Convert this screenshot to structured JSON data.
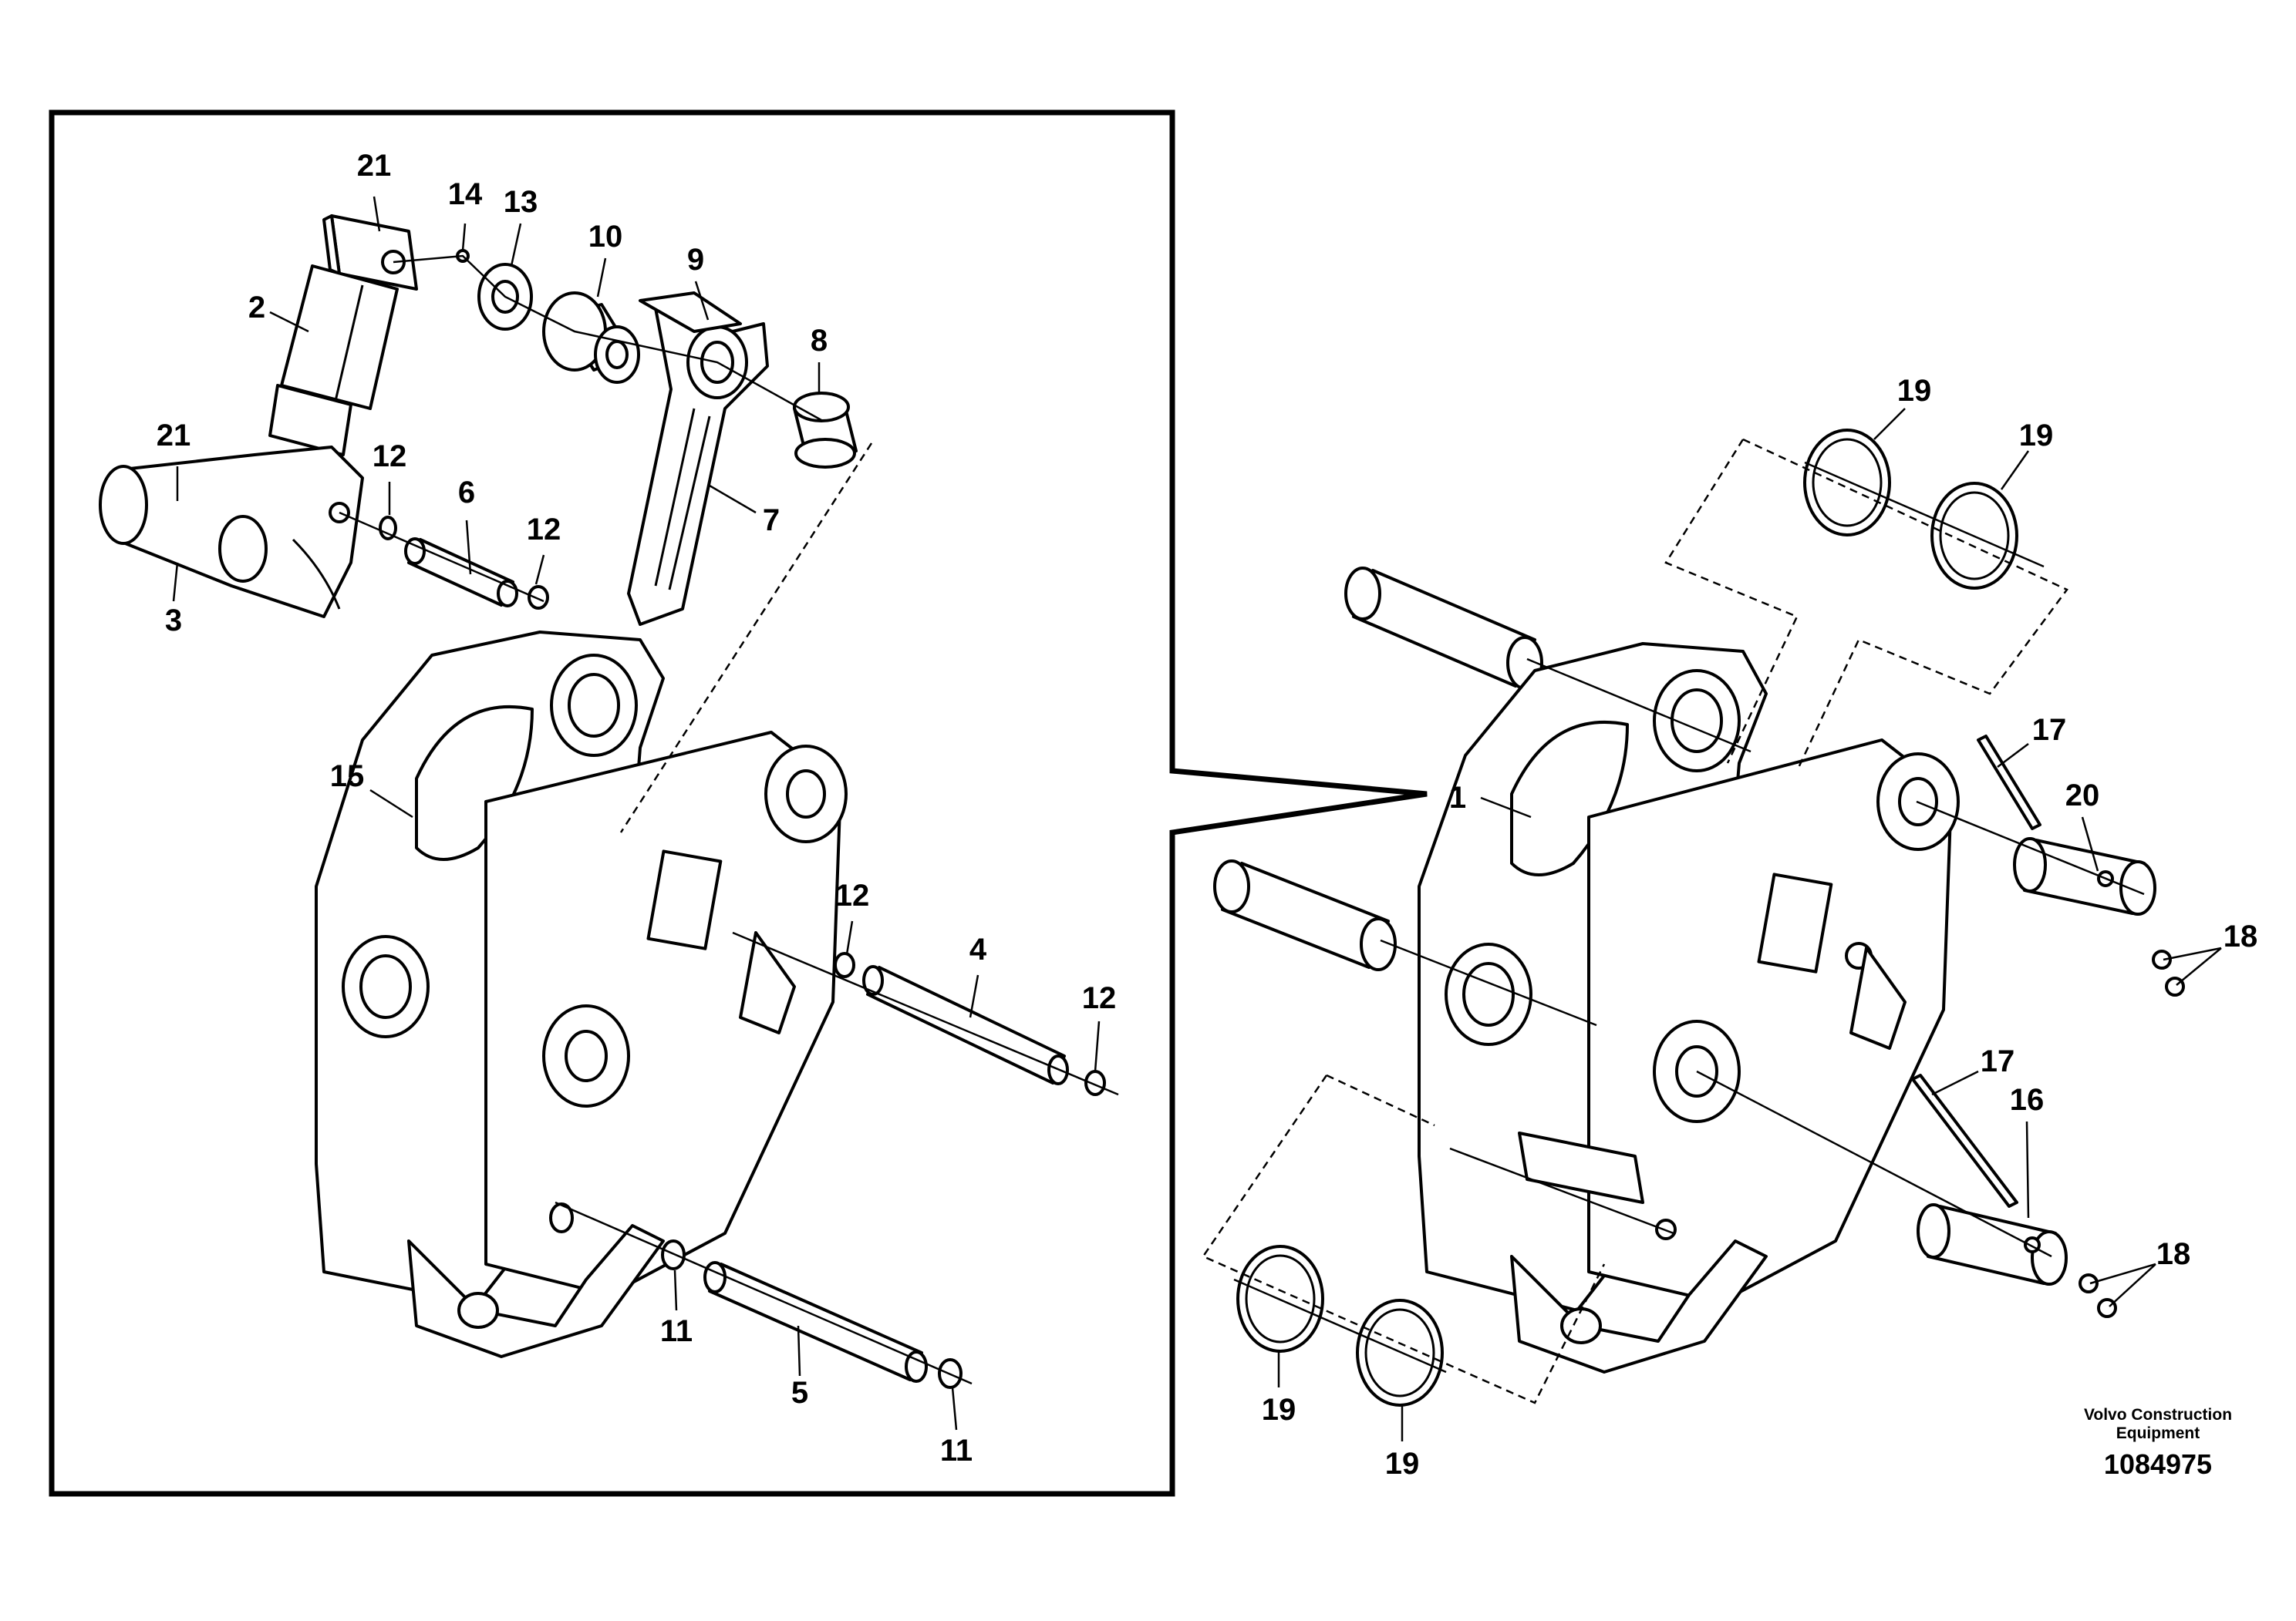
{
  "diagram": {
    "callouts": {
      "c21a": "21",
      "c14": "14",
      "c13": "13",
      "c10": "10",
      "c9": "9",
      "c2": "2",
      "c8": "8",
      "c21b": "21",
      "c12a": "12",
      "c6": "6",
      "c12b": "12",
      "c7": "7",
      "c3": "3",
      "c15": "15",
      "c12c": "12",
      "c4": "4",
      "c12d": "12",
      "c11a": "11",
      "c5": "5",
      "c11b": "11",
      "c1": "1",
      "c19a": "19",
      "c19b": "19",
      "c17a": "17",
      "c20": "20",
      "c18a": "18",
      "c17b": "17",
      "c16": "16",
      "c18b": "18",
      "c19c": "19",
      "c19d": "19"
    },
    "manufacturer_line1": "Volvo Construction",
    "manufacturer_line2": "Equipment",
    "document_id": "1084975"
  }
}
